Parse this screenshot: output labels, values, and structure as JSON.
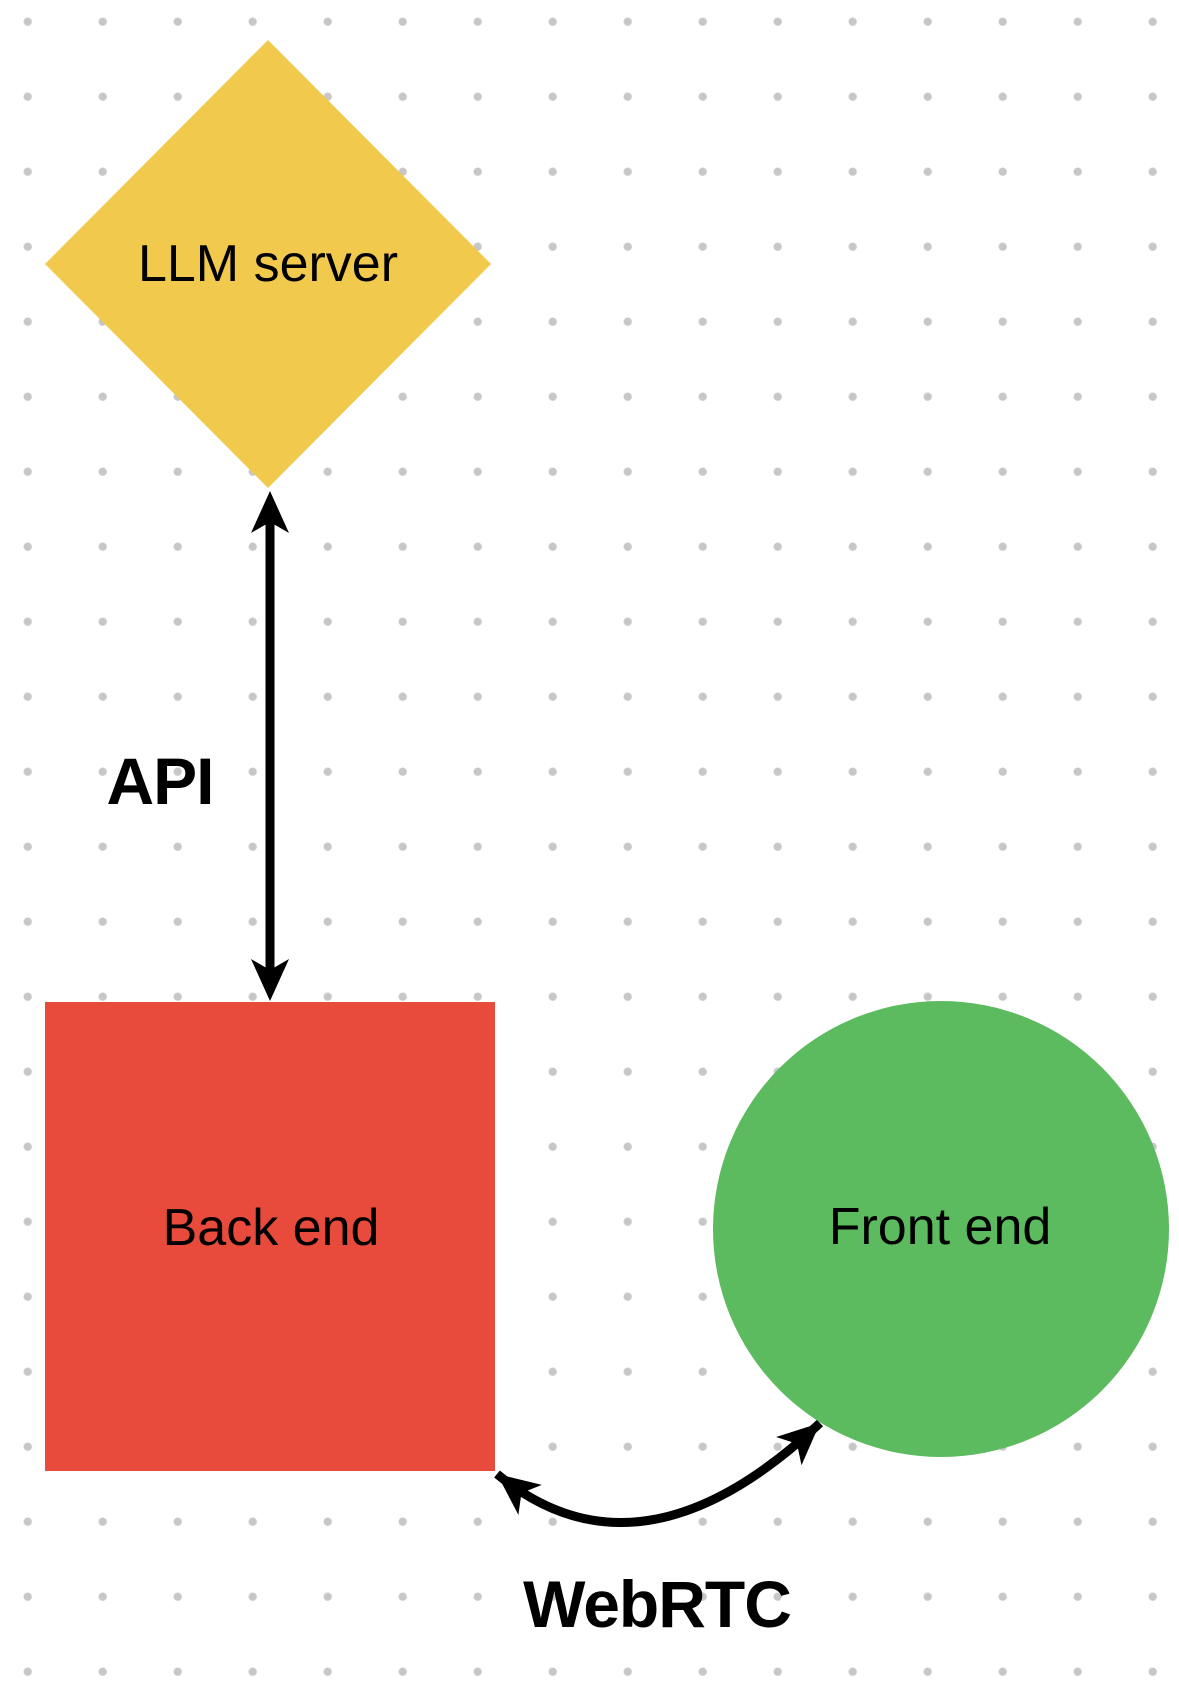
{
  "canvas": {
    "background_color": "#ffffff",
    "dot_color": "#c7c7c7"
  },
  "diagram": {
    "nodes": [
      {
        "id": "llm-server",
        "shape": "diamond",
        "label": "LLM server",
        "fill": "#f0c94d"
      },
      {
        "id": "back-end",
        "shape": "square",
        "label": "Back end",
        "fill": "#e84b3c"
      },
      {
        "id": "front-end",
        "shape": "circle",
        "label": "Front end",
        "fill": "#5cba5f"
      }
    ],
    "edges": [
      {
        "id": "api",
        "label": "API",
        "type": "double-headed-arrow",
        "style": "straight",
        "color": "#000000",
        "connects": [
          "llm-server",
          "back-end"
        ]
      },
      {
        "id": "webrtc",
        "label": "WebRTC",
        "type": "double-headed-arrow",
        "style": "curved",
        "color": "#000000",
        "connects": [
          "back-end",
          "front-end"
        ]
      }
    ]
  }
}
